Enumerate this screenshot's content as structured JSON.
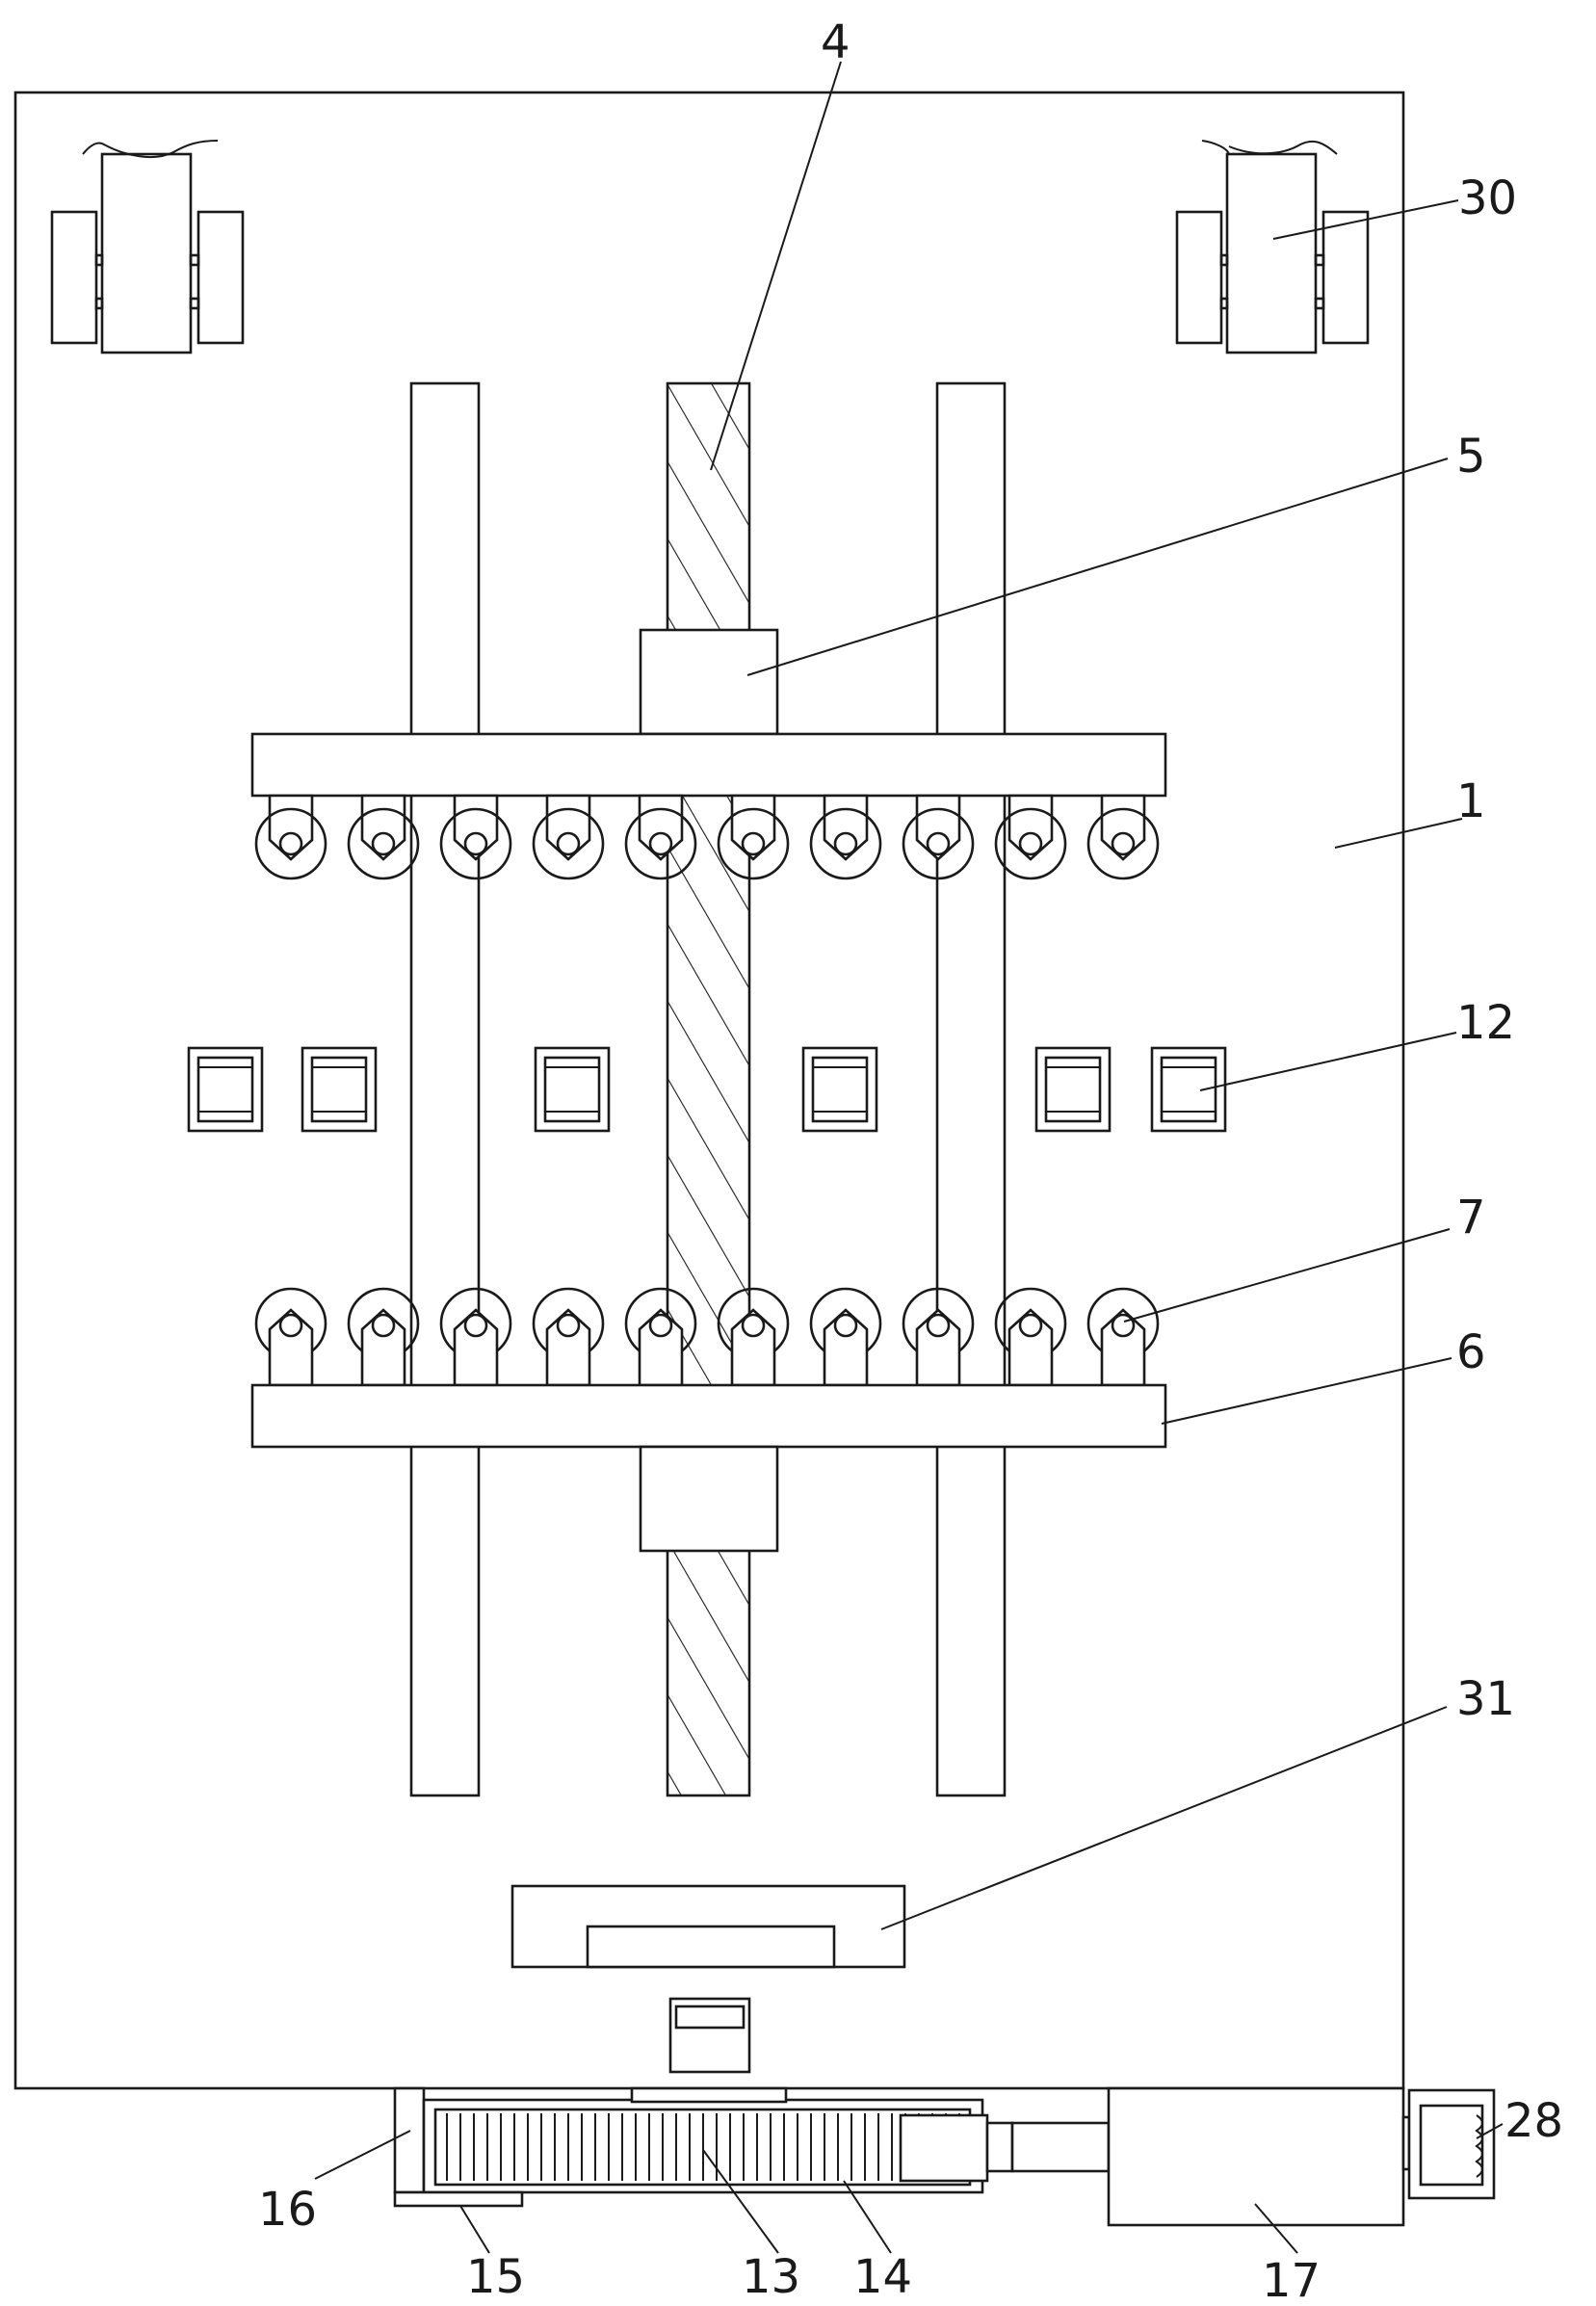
{
  "figure": {
    "labels": {
      "housing": "1",
      "lead_screw": "4",
      "upper_slider": "5",
      "lower_plate": "6",
      "roller": "7",
      "sensor": "12",
      "gear_rack": "13",
      "guide_rail": "14",
      "base_block": "15",
      "side_plate": "16",
      "motor_box": "17",
      "coil_part": "28",
      "top_clamp": "30",
      "bracket": "31"
    }
  }
}
